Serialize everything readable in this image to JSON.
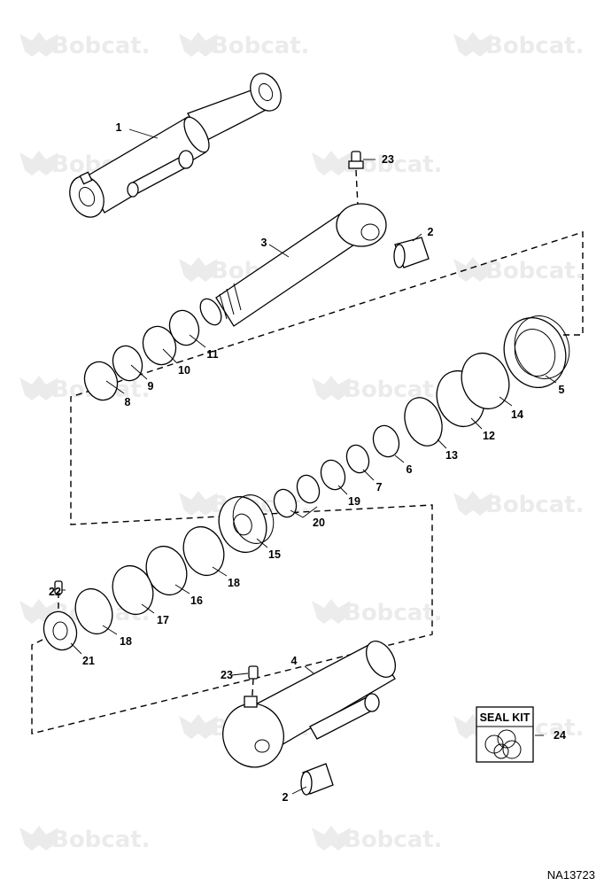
{
  "watermark": {
    "brand": "Bobcat."
  },
  "diagram_code": "NA13723",
  "seal_kit": {
    "label": "SEAL KIT"
  },
  "callouts": [
    {
      "id": "c1",
      "text": "1"
    },
    {
      "id": "c2a",
      "text": "2"
    },
    {
      "id": "c2b",
      "text": "2"
    },
    {
      "id": "c3",
      "text": "3"
    },
    {
      "id": "c4",
      "text": "4"
    },
    {
      "id": "c5",
      "text": "5"
    },
    {
      "id": "c6",
      "text": "6"
    },
    {
      "id": "c7",
      "text": "7"
    },
    {
      "id": "c8",
      "text": "8"
    },
    {
      "id": "c9",
      "text": "9"
    },
    {
      "id": "c10",
      "text": "10"
    },
    {
      "id": "c11",
      "text": "11"
    },
    {
      "id": "c12",
      "text": "12"
    },
    {
      "id": "c13",
      "text": "13"
    },
    {
      "id": "c14",
      "text": "14"
    },
    {
      "id": "c15",
      "text": "15"
    },
    {
      "id": "c16",
      "text": "16"
    },
    {
      "id": "c17",
      "text": "17"
    },
    {
      "id": "c18a",
      "text": "18"
    },
    {
      "id": "c18b",
      "text": "18"
    },
    {
      "id": "c19",
      "text": "19"
    },
    {
      "id": "c20",
      "text": "20"
    },
    {
      "id": "c21",
      "text": "21"
    },
    {
      "id": "c22",
      "text": "22"
    },
    {
      "id": "c23a",
      "text": "23"
    },
    {
      "id": "c23b",
      "text": "23"
    },
    {
      "id": "c24",
      "text": "24"
    }
  ]
}
